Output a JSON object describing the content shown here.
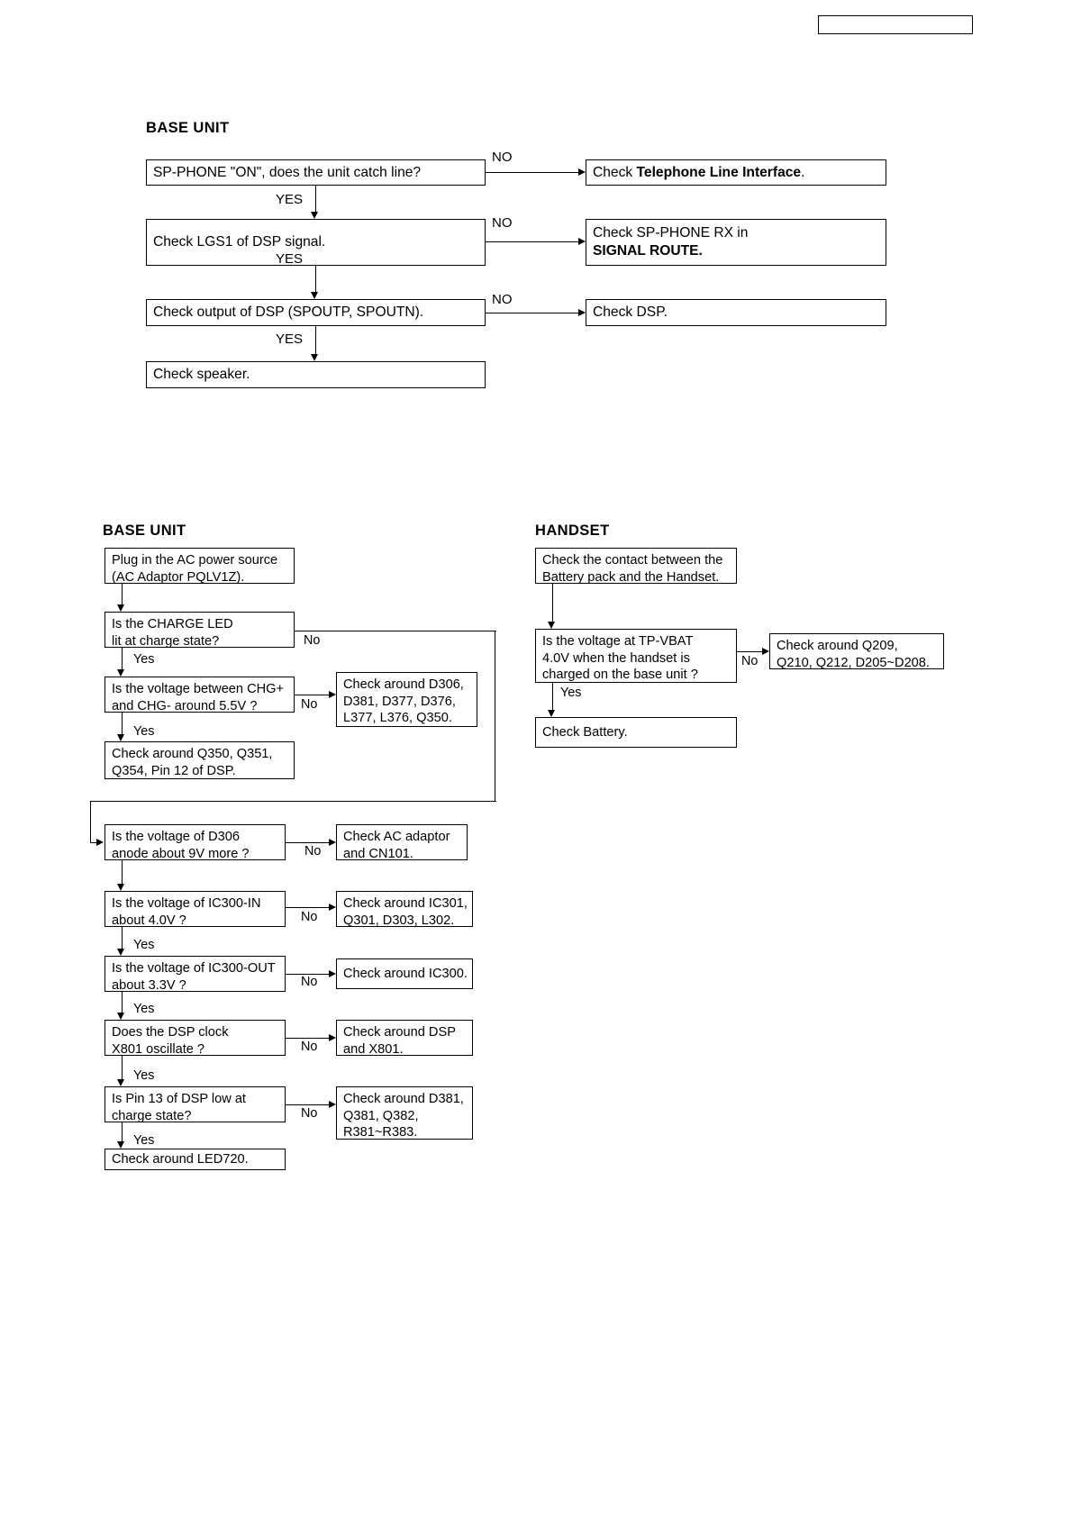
{
  "document": {
    "type": "troubleshooting-flowchart",
    "header_box_label": ""
  },
  "chart1": {
    "title": "BASE UNIT",
    "nodes": [
      {
        "id": "n1",
        "text": "SP-PHONE \"ON\", does the unit catch line?"
      },
      {
        "id": "n2",
        "text": "Check LGS1 of DSP signal."
      },
      {
        "id": "n3",
        "text": "Check output of DSP (SPOUTP, SPOUTN)."
      },
      {
        "id": "n4",
        "text": "Check speaker."
      }
    ],
    "results": [
      {
        "id": "r1",
        "prefix": "Check ",
        "bold": "Telephone Line Interface",
        "suffix": "."
      },
      {
        "id": "r2",
        "line1": "Check SP-PHONE RX in",
        "bold2": "SIGNAL ROUTE."
      },
      {
        "id": "r3",
        "text": "Check DSP."
      }
    ],
    "edge_labels": {
      "yes": "YES",
      "no": "NO"
    }
  },
  "chart2": {
    "title": "BASE UNIT",
    "nodes": [
      {
        "id": "b1",
        "text": "Plug in the AC power source\n(AC Adaptor PQLV1Z)."
      },
      {
        "id": "b2",
        "text": "Is the CHARGE LED\nlit at charge state?"
      },
      {
        "id": "b3",
        "text": "Is the voltage between CHG+\nand CHG- around 5.5V ?"
      },
      {
        "id": "b4",
        "text": "Check around Q350, Q351,\nQ354, Pin 12 of DSP."
      },
      {
        "id": "b5",
        "text": "Is the voltage of D306\nanode about 9V more ?"
      },
      {
        "id": "b6",
        "text": "Is the voltage of IC300-IN\nabout 4.0V ?"
      },
      {
        "id": "b7",
        "text": "Is the voltage of IC300-OUT\nabout 3.3V ?"
      },
      {
        "id": "b8",
        "text": "Does the DSP clock\nX801 oscillate ?"
      },
      {
        "id": "b9",
        "text": "Is Pin 13 of DSP low at\ncharge state?"
      },
      {
        "id": "b10",
        "text": "Check around LED720."
      }
    ],
    "results": [
      {
        "id": "c1",
        "text": "Check around D306,\nD381, D377, D376,\nL377, L376, Q350."
      },
      {
        "id": "c2",
        "text": "Check AC adaptor\nand CN101."
      },
      {
        "id": "c3",
        "text": "Check around IC301,\nQ301, D303, L302."
      },
      {
        "id": "c4",
        "text": "Check around IC300."
      },
      {
        "id": "c5",
        "text": "Check around DSP\nand X801."
      },
      {
        "id": "c6",
        "text": "Check around D381,\nQ381, Q382,\nR381~R383."
      }
    ],
    "edge_labels": {
      "yes": "Yes",
      "no": "No"
    }
  },
  "chart3": {
    "title": "HANDSET",
    "nodes": [
      {
        "id": "h1",
        "text": "Check the contact between the\nBattery pack and the Handset."
      },
      {
        "id": "h2",
        "text": "Is the voltage at TP-VBAT\n4.0V when the handset is\ncharged on the base unit ?"
      },
      {
        "id": "h3",
        "text": "Check Battery."
      }
    ],
    "results": [
      {
        "id": "hr1",
        "text": "Check around  Q209,\nQ210, Q212, D205~D208."
      }
    ],
    "edge_labels": {
      "yes": "Yes",
      "no": "No"
    }
  }
}
